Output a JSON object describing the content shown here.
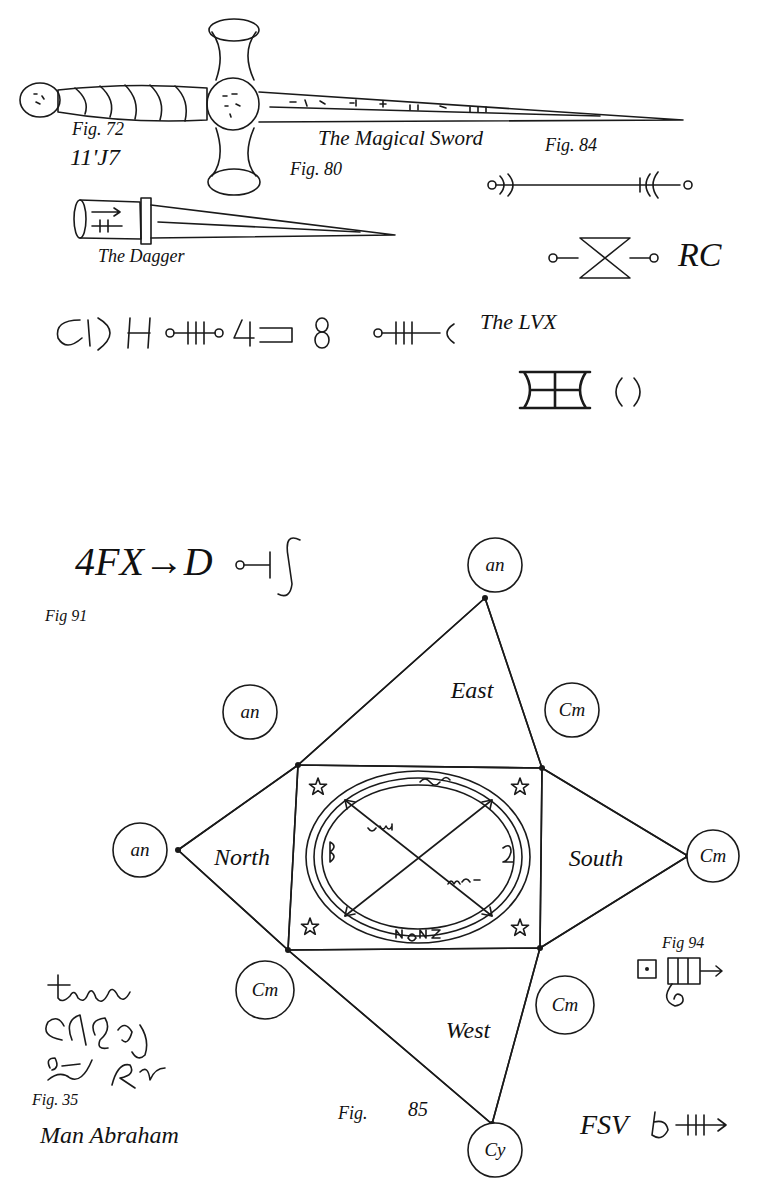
{
  "diagram": {
    "nodes": [
      {
        "text": [
          "an"
        ]
      },
      {
        "text": [
          "East"
        ]
      },
      {
        "text": [
          "an"
        ]
      },
      {
        "text": [
          "Cm"
        ]
      },
      {
        "text": [
          "an"
        ]
      },
      {
        "text": [
          "North"
        ]
      },
      {
        "text": [
          "South"
        ]
      },
      {
        "text": [
          "Cm"
        ]
      },
      {
        "text": [
          "Cm"
        ]
      },
      {
        "text": [
          "Cm"
        ]
      },
      {
        "text": [
          "West"
        ]
      },
      {
        "text": [
          "Cy"
        ]
      }
    ],
    "labels": [
      "Fig. 72",
      "11'J7",
      "The Magical Sword",
      "Fig. 80",
      "The Dagger",
      "Fig. 84",
      "RC",
      "The LVX",
      "4FX→D",
      "Fig 91",
      "Fig 94",
      "Fig.",
      "85",
      "FSV",
      "Fig. 35",
      "Man Abraham"
    ]
  }
}
